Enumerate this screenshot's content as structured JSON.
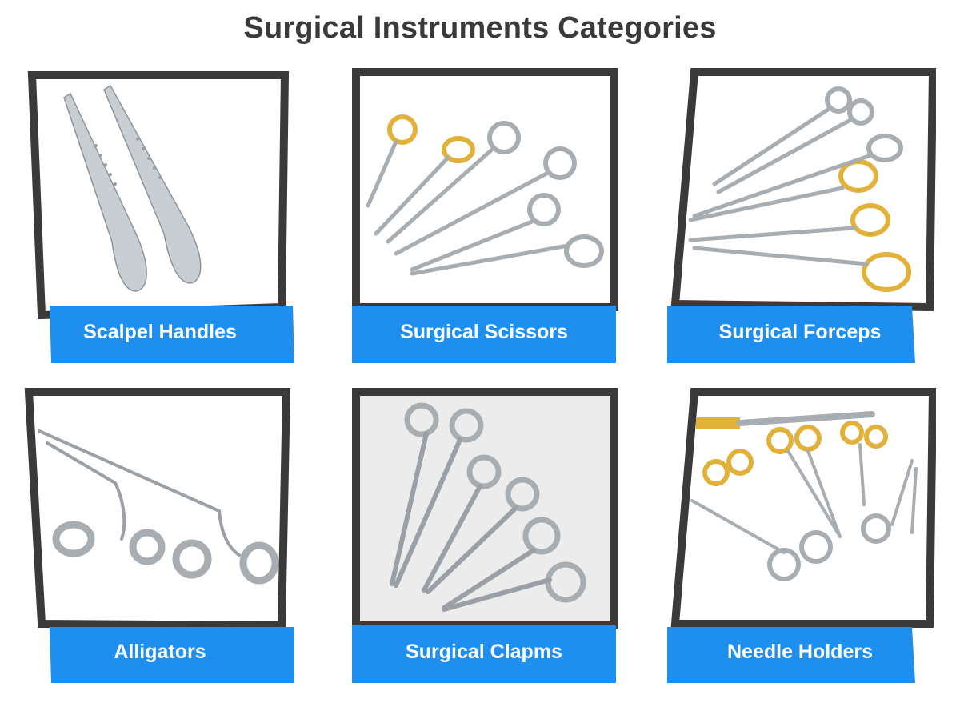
{
  "page": {
    "title": "Surgical Instruments Categories"
  },
  "theme": {
    "frame_color": "#3a3a3a",
    "banner_color": "#1e8fef",
    "steel_color": "#b9bec3",
    "gold_color": "#e2b13a"
  },
  "categories": [
    {
      "label": "Scalpel Handles",
      "icon": "scalpel-handles-icon"
    },
    {
      "label": "Surgical Scissors",
      "icon": "surgical-scissors-icon"
    },
    {
      "label": "Surgical Forceps",
      "icon": "surgical-forceps-icon"
    },
    {
      "label": "Alligators",
      "icon": "alligator-forceps-icon"
    },
    {
      "label": "Surgical Clapms",
      "icon": "surgical-clamps-icon"
    },
    {
      "label": "Needle Holders",
      "icon": "needle-holders-icon"
    }
  ]
}
